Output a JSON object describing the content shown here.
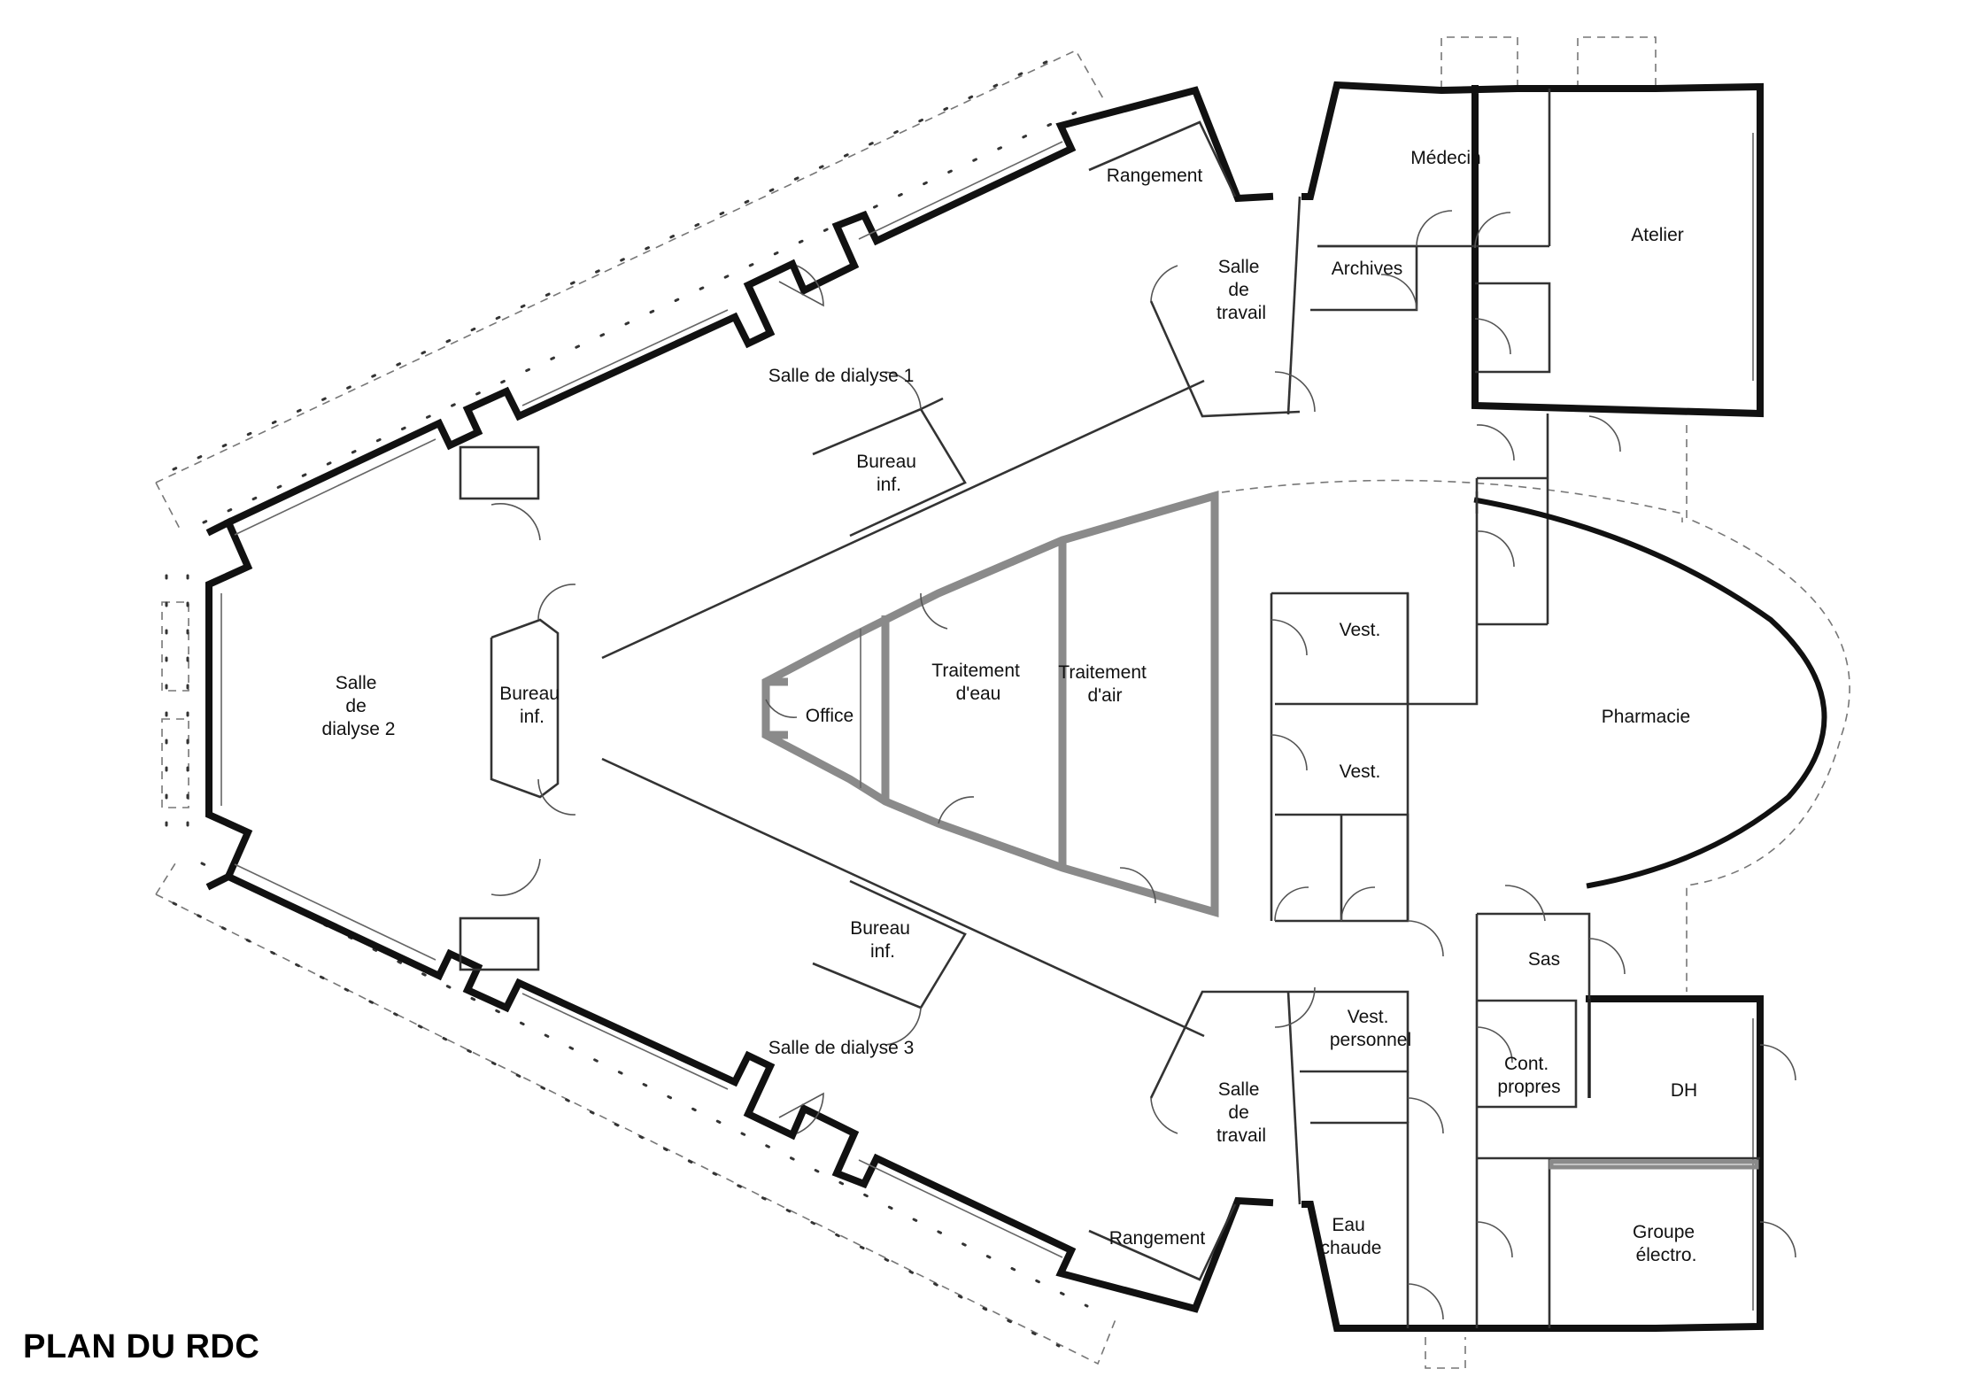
{
  "title": "PLAN DU RDC",
  "rooms": {
    "rangement_top": [
      "Rangement"
    ],
    "medecin": [
      "Médecin"
    ],
    "atelier": [
      "Atelier"
    ],
    "archives": [
      "Archives"
    ],
    "salle_travail_top": [
      "Salle",
      "de",
      "travail"
    ],
    "salle_dialyse_1": [
      "Salle de dialyse 1"
    ],
    "bureau_inf_top": [
      "Bureau",
      "inf."
    ],
    "salle_dialyse_2": [
      "Salle",
      "de",
      "dialyse 2"
    ],
    "bureau_inf_left": [
      "Bureau",
      "inf."
    ],
    "traitement_eau": [
      "Traitement",
      "d'eau"
    ],
    "traitement_air": [
      "Traitement",
      "d'air"
    ],
    "office": [
      "Office"
    ],
    "vest_1": [
      "Vest."
    ],
    "vest_2": [
      "Vest."
    ],
    "pharmacie": [
      "Pharmacie"
    ],
    "bureau_inf_bottom": [
      "Bureau",
      "inf."
    ],
    "sas": [
      "Sas"
    ],
    "salle_dialyse_3": [
      "Salle de dialyse 3"
    ],
    "vest_personnel": [
      "Vest.",
      "personnel"
    ],
    "cont_propres": [
      "Cont.",
      "propres"
    ],
    "dh": [
      "DH"
    ],
    "salle_travail_bottom": [
      "Salle",
      "de",
      "travail"
    ],
    "eau_chaude": [
      "Eau",
      "chaude"
    ],
    "groupe_electro": [
      "Groupe",
      "électro."
    ],
    "rangement_bottom": [
      "Rangement"
    ]
  }
}
